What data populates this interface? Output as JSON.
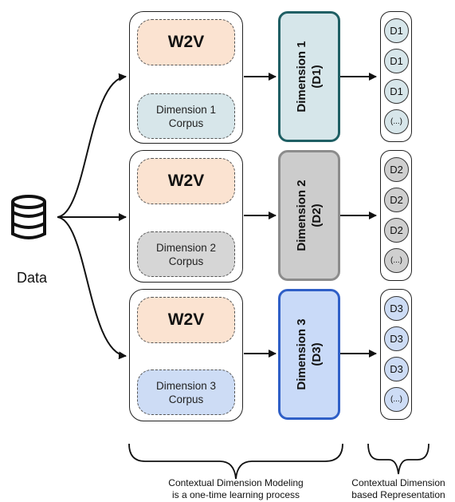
{
  "source": {
    "label": "Data",
    "icon": "database-icon"
  },
  "model_label": "W2V",
  "rows": [
    {
      "corpus_line1": "Dimension 1",
      "corpus_line2": "Corpus",
      "dim_line1": "Dimension 1",
      "dim_line2": "(D1)",
      "tokens": [
        "D1",
        "D1",
        "D1",
        "(...)"
      ],
      "corpus_fill": "#d7e6ea",
      "dim_fill": "#d6e6ea",
      "dim_border": "#1f5f64",
      "token_fill": "#d7e6ea"
    },
    {
      "corpus_line1": "Dimension 2",
      "corpus_line2": "Corpus",
      "dim_line1": "Dimension 2",
      "dim_line2": "(D2)",
      "tokens": [
        "D2",
        "D2",
        "D2",
        "(...)"
      ],
      "corpus_fill": "#d6d6d6",
      "dim_fill": "#cccccc",
      "dim_border": "#8c8c8c",
      "token_fill": "#cfcfcf"
    },
    {
      "corpus_line1": "Dimension 3",
      "corpus_line2": "Corpus",
      "dim_line1": "Dimension 3",
      "dim_line2": "(D3)",
      "tokens": [
        "D3",
        "D3",
        "D3",
        "(...)"
      ],
      "corpus_fill": "#cddcf5",
      "dim_fill": "#c9daf8",
      "dim_border": "#2f5fc7",
      "token_fill": "#cddcf5"
    }
  ],
  "captions": {
    "modeling_line1": "Contextual Dimension Modeling",
    "modeling_line2": "is a one-time learning process",
    "representation_line1": "Contextual Dimension",
    "representation_line2": "based Representation"
  },
  "w2v_fill": "#fbe3d1"
}
